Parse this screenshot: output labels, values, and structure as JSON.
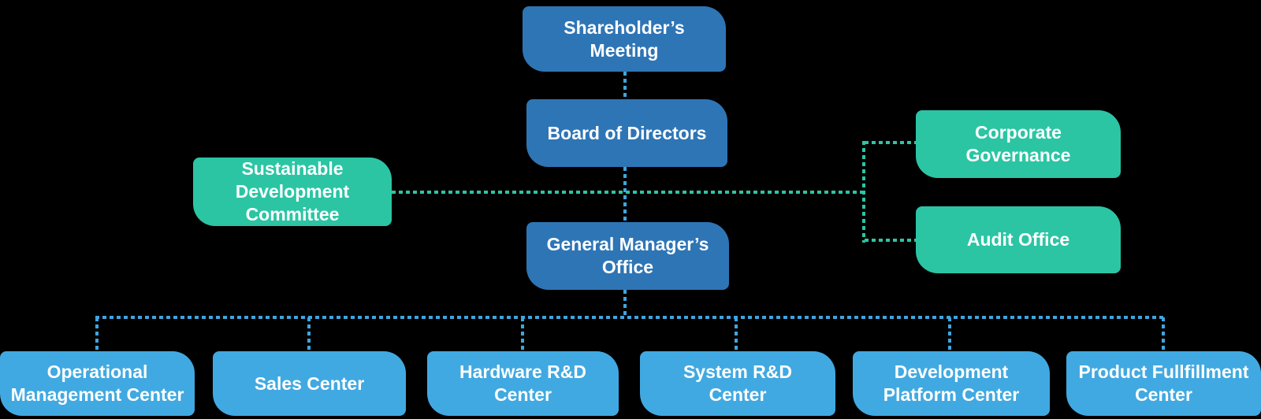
{
  "chart_data": {
    "type": "org-chart-diagram",
    "nodes": [
      {
        "id": "shareholders-meeting",
        "label": "Shareholder’s\nMeeting",
        "level": 1,
        "color_role": "primary_blue"
      },
      {
        "id": "board-of-directors",
        "label": "Board of Directors",
        "level": 2,
        "color_role": "primary_blue"
      },
      {
        "id": "sustainable-development-committee",
        "label": "Sustainable\nDevelopment\nCommittee",
        "level": 2,
        "color_role": "teal"
      },
      {
        "id": "corporate-governance",
        "label": "Corporate\nGovernance",
        "level": 2,
        "color_role": "teal"
      },
      {
        "id": "audit-office",
        "label": "Audit Office",
        "level": 2,
        "color_role": "teal"
      },
      {
        "id": "general-managers-office",
        "label": "General Manager’s\nOffice",
        "level": 3,
        "color_role": "primary_blue"
      },
      {
        "id": "operational-management-center",
        "label": "Operational\nManagement Center",
        "level": 4,
        "color_role": "light_blue"
      },
      {
        "id": "sales-center",
        "label": "Sales Center",
        "level": 4,
        "color_role": "light_blue"
      },
      {
        "id": "hardware-rd-center",
        "label": "Hardware R&D\nCenter",
        "level": 4,
        "color_role": "light_blue"
      },
      {
        "id": "system-rd-center",
        "label": "System R&D\nCenter",
        "level": 4,
        "color_role": "light_blue"
      },
      {
        "id": "development-platform-center",
        "label": "Development\nPlatform Center",
        "level": 4,
        "color_role": "light_blue"
      },
      {
        "id": "product-fullfillment-center",
        "label": "Product Fullfillment\nCenter",
        "level": 4,
        "color_role": "light_blue"
      }
    ],
    "edges": [
      {
        "from": "shareholders-meeting",
        "to": "board-of-directors",
        "style": "dotted-blue"
      },
      {
        "from": "board-of-directors",
        "to": "general-managers-office",
        "style": "dotted-blue"
      },
      {
        "from": "sustainable-development-committee",
        "to": "corporate-governance",
        "style": "dotted-teal"
      },
      {
        "from": "sustainable-development-committee",
        "to": "audit-office",
        "style": "dotted-teal"
      },
      {
        "from": "general-managers-office",
        "to": "operational-management-center",
        "style": "dotted-blue"
      },
      {
        "from": "general-managers-office",
        "to": "sales-center",
        "style": "dotted-blue"
      },
      {
        "from": "general-managers-office",
        "to": "hardware-rd-center",
        "style": "dotted-blue"
      },
      {
        "from": "general-managers-office",
        "to": "system-rd-center",
        "style": "dotted-blue"
      },
      {
        "from": "general-managers-office",
        "to": "development-platform-center",
        "style": "dotted-blue"
      },
      {
        "from": "general-managers-office",
        "to": "product-fullfillment-center",
        "style": "dotted-blue"
      }
    ],
    "colors": {
      "primary_blue": "#2E75B5",
      "light_blue": "#41A9E1",
      "teal": "#2BC5A4",
      "connector_blue": "#3FA5DE",
      "connector_teal": "#2CC5A4",
      "text": "#FFFFFF",
      "background": "#000000"
    },
    "layout_hint": "hierarchical top-down, side committee left, governance bracket right, six centers bottom row"
  },
  "nodes": [
    {
      "label": "Shareholder’s\nMeeting"
    },
    {
      "label": "Board of Directors"
    },
    {
      "label": "Sustainable\nDevelopment\nCommittee"
    },
    {
      "label": "Corporate\nGovernance"
    },
    {
      "label": "Audit Office"
    },
    {
      "label": "General Manager’s\nOffice"
    },
    {
      "label": "Operational\nManagement Center"
    },
    {
      "label": "Sales Center"
    },
    {
      "label": "Hardware R&D\nCenter"
    },
    {
      "label": "System R&D\nCenter"
    },
    {
      "label": "Development\nPlatform Center"
    },
    {
      "label": "Product Fullfillment\nCenter"
    }
  ]
}
